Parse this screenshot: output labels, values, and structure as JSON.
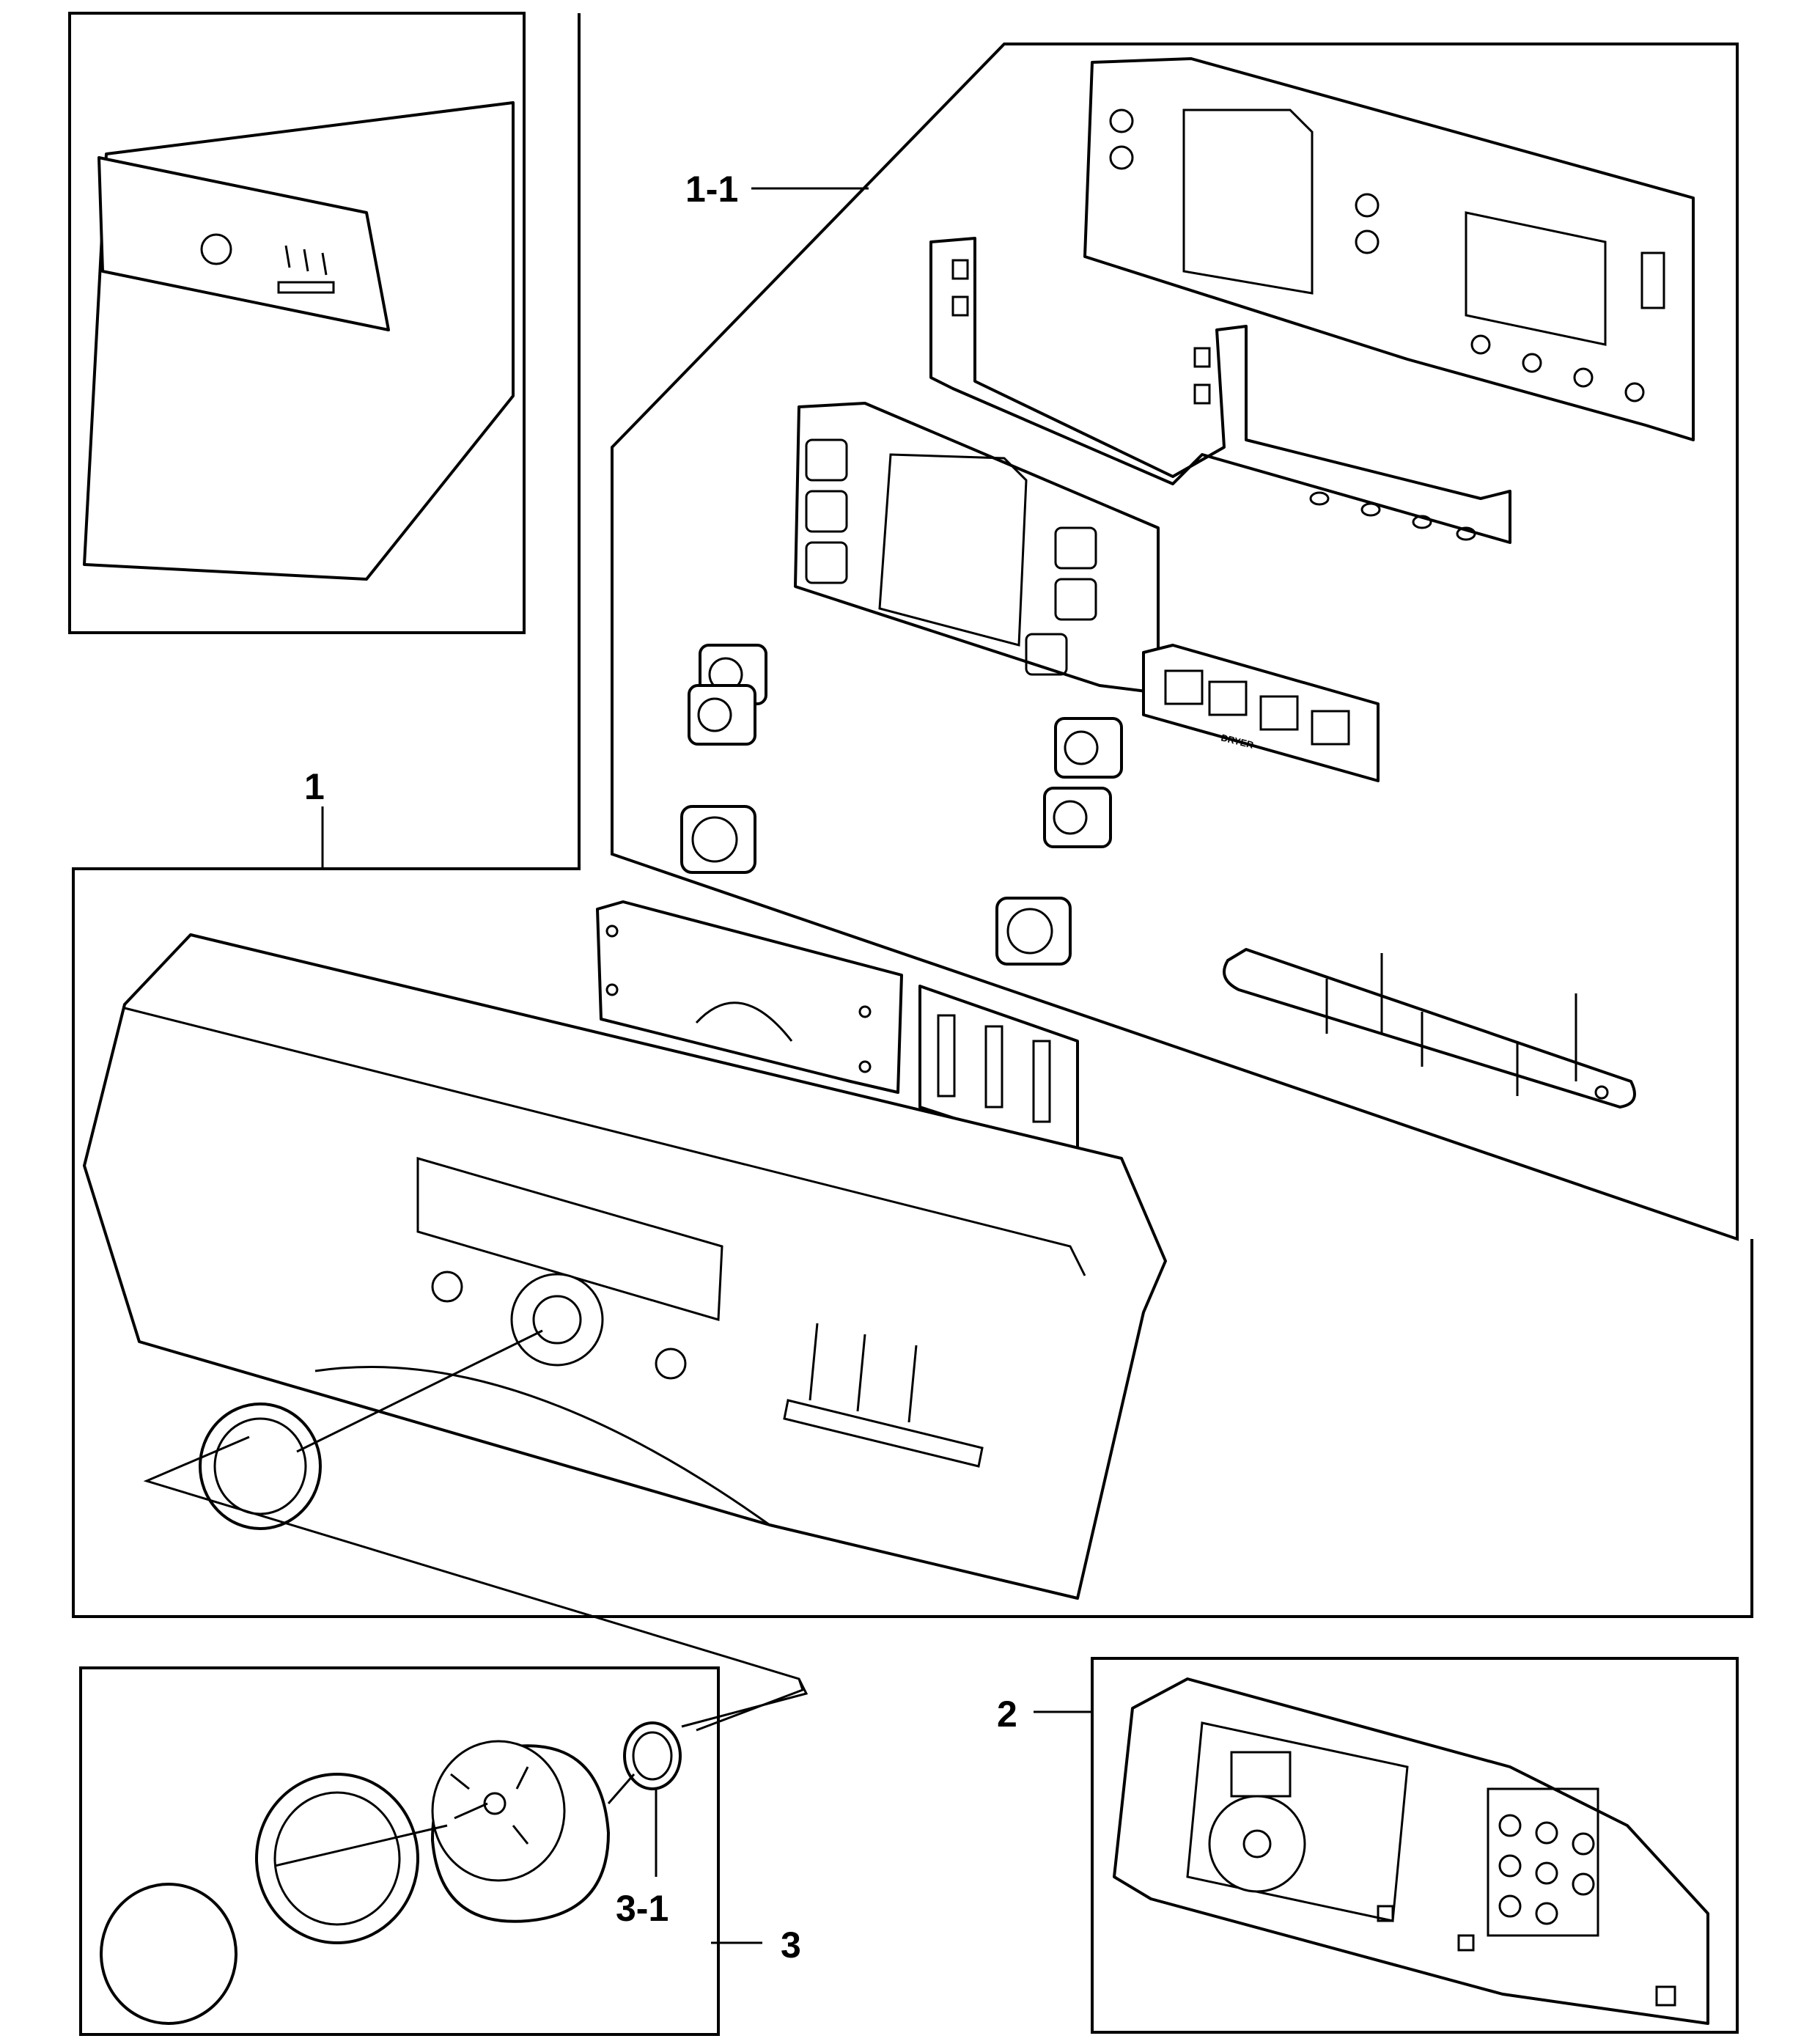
{
  "callouts": {
    "c1": "1",
    "c1_1": "1-1",
    "c2": "2",
    "c3": "3",
    "c3_1": "3-1"
  },
  "labels": {
    "dryer": "DRYER"
  }
}
